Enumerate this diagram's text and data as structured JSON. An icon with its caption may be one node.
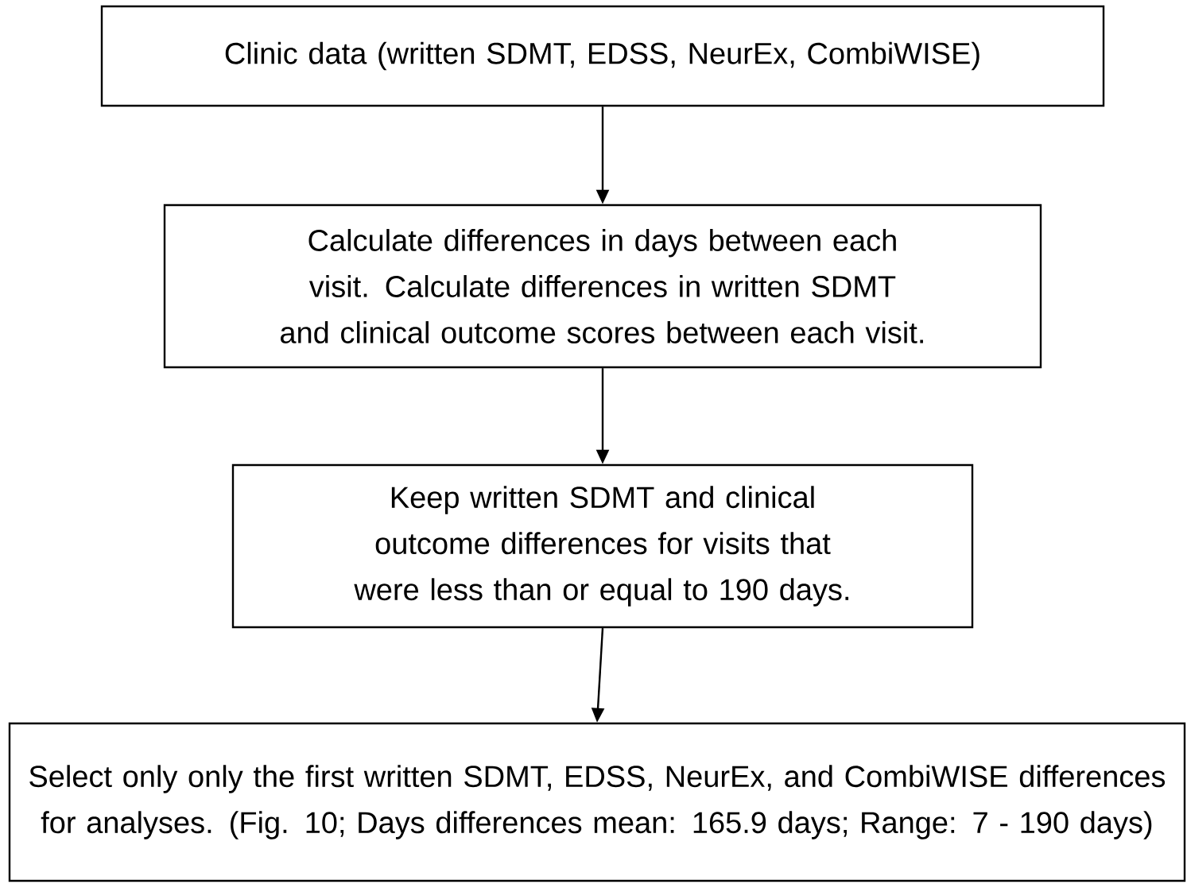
{
  "diagram": {
    "nodes": [
      {
        "text": [
          "Clinic data (written SDMT, EDSS, NeurEx, CombiWISE)"
        ]
      },
      {
        "text": [
          "Calculate differences in days between each visit. Calculate differences in written SDMT and clinical outcome scores between each visit."
        ]
      },
      {
        "text": [
          "Keep written SDMT and clinical outcome differences for visits that were less than or equal to 190 days."
        ]
      },
      {
        "text": [
          "Select only only the first written SDMT, EDSS, NeurEx, and CombiWISE differences for analyses. (Fig. 10; Days differences mean: 165.9 days; Range: 7 - 190 days)"
        ]
      }
    ],
    "edges": [
      {
        "from": 0,
        "to": 1,
        "arrow": "to"
      },
      {
        "from": 1,
        "to": 2,
        "arrow": "to"
      },
      {
        "from": 2,
        "to": 3,
        "arrow": "to"
      }
    ]
  }
}
